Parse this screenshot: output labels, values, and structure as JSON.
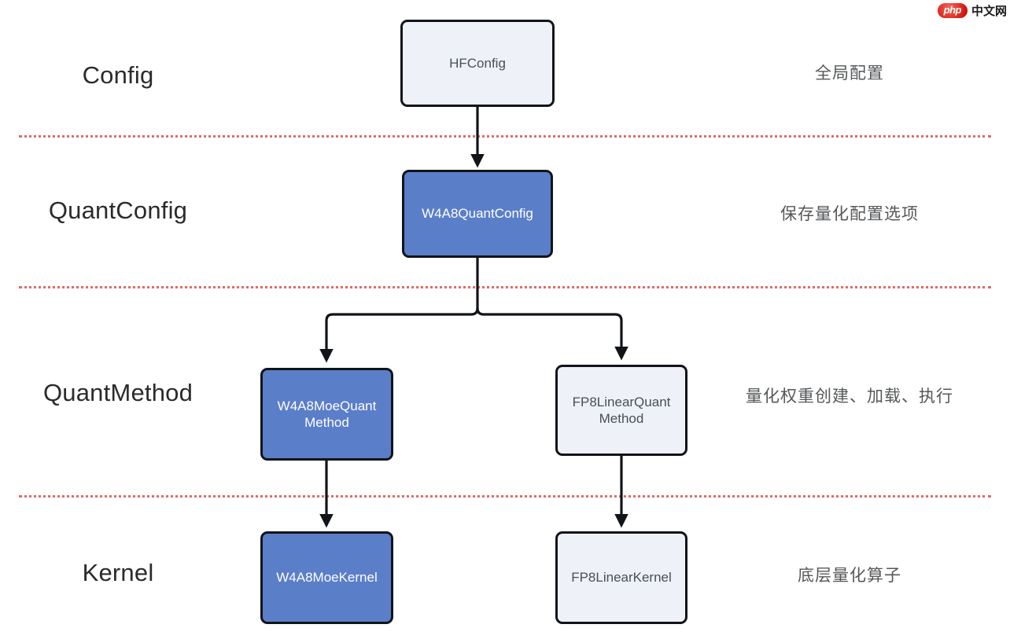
{
  "watermark": {
    "badge": "php",
    "text": "中文网"
  },
  "bands": [
    {
      "label": "Config",
      "desc": "全局配置"
    },
    {
      "label": "QuantConfig",
      "desc": "保存量化配置选项"
    },
    {
      "label": "QuantMethod",
      "desc": "量化权重创建、加载、执行"
    },
    {
      "label": "Kernel",
      "desc": "底层量化算子"
    }
  ],
  "nodes": [
    {
      "id": "hfconfig",
      "label": "HFConfig",
      "style": "light"
    },
    {
      "id": "w4a8quantconfig",
      "label": "W4A8QuantConfig",
      "style": "blue"
    },
    {
      "id": "w4a8moequantmethod",
      "label": "W4A8MoeQuant Method",
      "style": "blue"
    },
    {
      "id": "fp8linearquantmethod",
      "label": "FP8LinearQuant Method",
      "style": "light"
    },
    {
      "id": "w4a8moekernel",
      "label": "W4A8MoeKernel",
      "style": "blue"
    },
    {
      "id": "fp8linearkernel",
      "label": "FP8LinearKernel",
      "style": "light"
    }
  ],
  "colors": {
    "accent_blue": "#5b7ec9",
    "light_fill": "#eef1f8",
    "border": "#111418",
    "divider": "#d9534f",
    "desc_text": "#555759",
    "label_text": "#2b2b2b"
  },
  "edges": [
    {
      "from": "hfconfig",
      "to": "w4a8quantconfig"
    },
    {
      "from": "w4a8quantconfig",
      "to": "w4a8moequantmethod"
    },
    {
      "from": "w4a8quantconfig",
      "to": "fp8linearquantmethod"
    },
    {
      "from": "w4a8moequantmethod",
      "to": "w4a8moekernel"
    },
    {
      "from": "fp8linearquantmethod",
      "to": "fp8linearkernel"
    }
  ]
}
